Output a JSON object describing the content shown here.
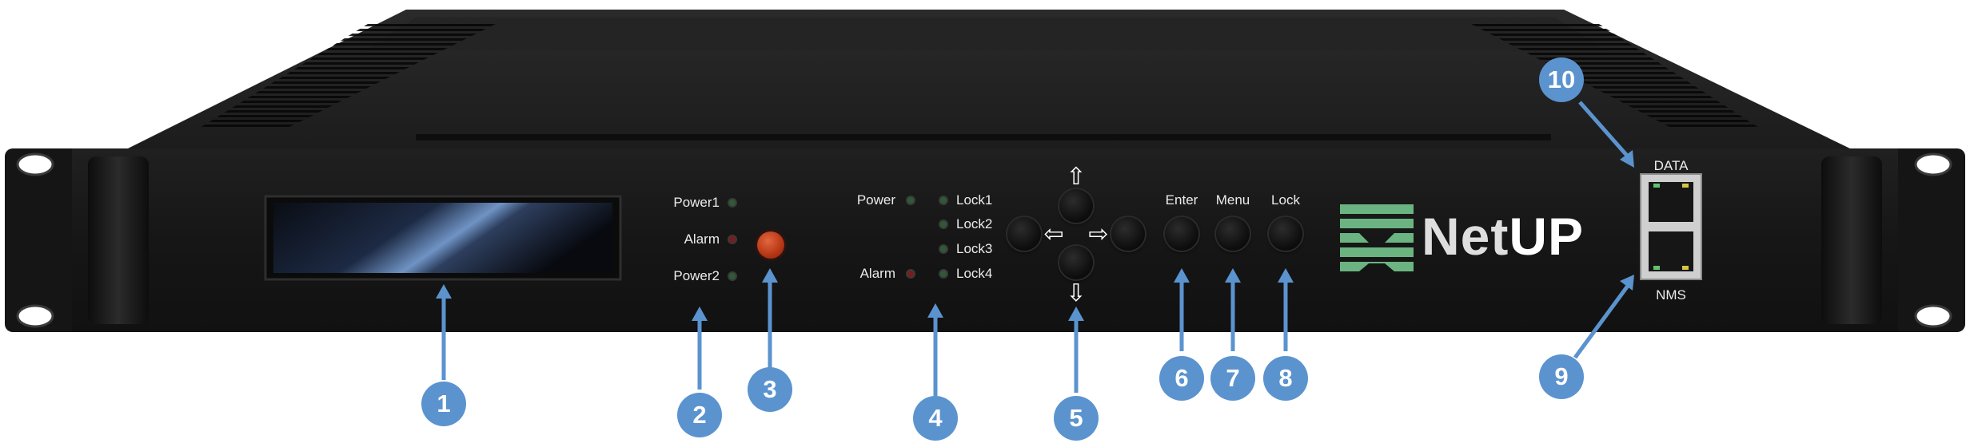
{
  "panel": {
    "psu_leds": {
      "power1": "Power1",
      "alarm": "Alarm",
      "power2": "Power2"
    },
    "status_leds": {
      "power": "Power",
      "alarm": "Alarm",
      "lock1": "Lock1",
      "lock2": "Lock2",
      "lock3": "Lock3",
      "lock4": "Lock4"
    },
    "buttons": {
      "enter": "Enter",
      "menu": "Menu",
      "lock": "Lock"
    },
    "ports": {
      "data": "DATA",
      "nms": "NMS"
    },
    "logo": {
      "net": "Net",
      "up": "UP"
    }
  },
  "callouts": [
    "1",
    "2",
    "3",
    "4",
    "5",
    "6",
    "7",
    "8",
    "9",
    "10"
  ],
  "colors": {
    "callout": "#5b93cf",
    "chassis": "#151515",
    "logo_green": "#6bb482",
    "led_red": "#7a1c1c",
    "led_green": "#2f5a36"
  },
  "icons": [
    "up-arrow-icon",
    "down-arrow-icon",
    "left-arrow-icon",
    "right-arrow-icon",
    "ethernet-port-icon",
    "netup-logo-mark"
  ]
}
